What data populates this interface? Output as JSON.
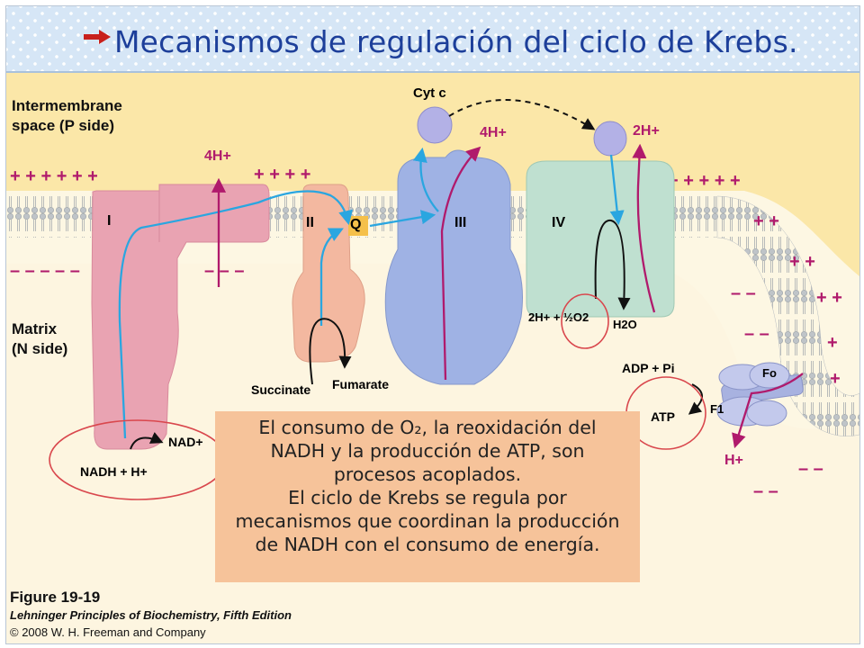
{
  "title": "Mecanismos de regulación del ciclo de Krebs.",
  "regions": {
    "intermembrane_line1": "Intermembrane",
    "intermembrane_line2": "space (P side)",
    "matrix_line1": "Matrix",
    "matrix_line2": "(N side)"
  },
  "complexes": {
    "c1": "I",
    "c2": "II",
    "c3": "III",
    "c4": "IV",
    "q": "Q",
    "cytc": "Cyt c",
    "f0": "Fo",
    "f1": "F1"
  },
  "labels": {
    "h4_a": "4H+",
    "h4_b": "4H+",
    "h2": "2H+",
    "nad": "NAD+",
    "nadh": "NADH + H+",
    "succinate": "Succinate",
    "fumarate": "Fumarate",
    "o2_reaction": "2H+ + ½O2",
    "h2o": "H2O",
    "adp": "ADP + Pi",
    "atp": "ATP",
    "h_out": "H+"
  },
  "callout": {
    "lines": [
      "El consumo de O₂, la reoxidación del",
      "NADH y la producción de ATP, son",
      "procesos acoplados.",
      "El ciclo de Krebs se regula por",
      "mecanismos que coordinan la producción",
      "de NADH con el consumo de energía."
    ]
  },
  "caption": {
    "figure": "Figure 19-19",
    "book": "Lehninger Principles of Biochemistry, Fifth Edition",
    "copyright": "© 2008 W. H. Freeman and Company"
  },
  "colors": {
    "complex1": "#e9a3b2",
    "complex2": "#f3b8a0",
    "complex3": "#9fb2e4",
    "complex4": "#bfe0d0",
    "cytc": "#b3b1e6",
    "q_box": "#f5c04a",
    "electron_arrow": "#2aa6e0",
    "proton_arrow": "#b01a6c",
    "membrane": "#cfd3d6"
  }
}
